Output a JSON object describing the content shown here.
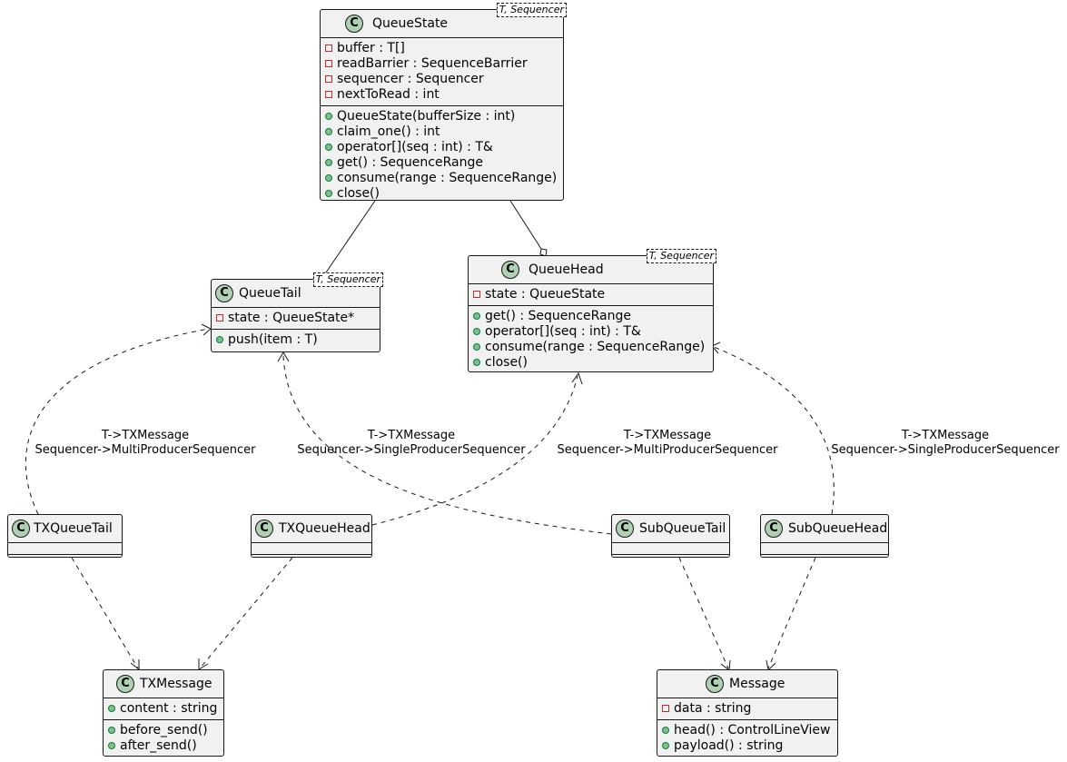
{
  "classes": {
    "queue_state": {
      "name": "QueueState",
      "template": "T, Sequencer",
      "fields": [
        {
          "vis": "private",
          "text": "buffer : T[]"
        },
        {
          "vis": "private",
          "text": "readBarrier : SequenceBarrier"
        },
        {
          "vis": "private",
          "text": "sequencer : Sequencer"
        },
        {
          "vis": "private",
          "text": "nextToRead : int"
        }
      ],
      "methods": [
        {
          "vis": "public",
          "text": "QueueState(bufferSize : int)"
        },
        {
          "vis": "public",
          "text": "claim_one() : int"
        },
        {
          "vis": "public",
          "text": "operator[](seq : int) : T&"
        },
        {
          "vis": "public",
          "text": "get() : SequenceRange"
        },
        {
          "vis": "public",
          "text": "consume(range : SequenceRange)"
        },
        {
          "vis": "public",
          "text": "close()"
        }
      ]
    },
    "queue_tail": {
      "name": "QueueTail",
      "template": "T, Sequencer",
      "fields": [
        {
          "vis": "private",
          "text": "state : QueueState*"
        }
      ],
      "methods": [
        {
          "vis": "public",
          "text": "push(item : T)"
        }
      ]
    },
    "queue_head": {
      "name": "QueueHead",
      "template": "T, Sequencer",
      "fields": [
        {
          "vis": "private",
          "text": "state : QueueState"
        }
      ],
      "methods": [
        {
          "vis": "public",
          "text": "get() : SequenceRange"
        },
        {
          "vis": "public",
          "text": "operator[](seq : int) : T&"
        },
        {
          "vis": "public",
          "text": "consume(range : SequenceRange)"
        },
        {
          "vis": "public",
          "text": "close()"
        }
      ]
    },
    "tx_queue_tail": {
      "name": "TXQueueTail",
      "fields": [],
      "methods": []
    },
    "tx_queue_head": {
      "name": "TXQueueHead",
      "fields": [],
      "methods": []
    },
    "sub_queue_tail": {
      "name": "SubQueueTail",
      "fields": [],
      "methods": []
    },
    "sub_queue_head": {
      "name": "SubQueueHead",
      "fields": [],
      "methods": []
    },
    "tx_message": {
      "name": "TXMessage",
      "fields": [
        {
          "vis": "public",
          "text": "content : string"
        }
      ],
      "methods": [
        {
          "vis": "public",
          "text": "before_send()"
        },
        {
          "vis": "public",
          "text": "after_send()"
        }
      ]
    },
    "message": {
      "name": "Message",
      "fields": [
        {
          "vis": "private",
          "text": "data : string"
        }
      ],
      "methods": [
        {
          "vis": "public",
          "text": "head() : ControlLineView"
        },
        {
          "vis": "public",
          "text": "payload() : string"
        }
      ]
    }
  },
  "class_icon_letter": "C",
  "edge_labels": {
    "tx_tail": [
      "T->TXMessage",
      "Sequencer->MultiProducerSequencer"
    ],
    "sub_tail": [
      "T->TXMessage",
      "Sequencer->SingleProducerSequencer"
    ],
    "tx_head": [
      "T->TXMessage",
      "Sequencer->MultiProducerSequencer"
    ],
    "sub_head": [
      "T->TXMessage",
      "Sequencer->SingleProducerSequencer"
    ]
  }
}
